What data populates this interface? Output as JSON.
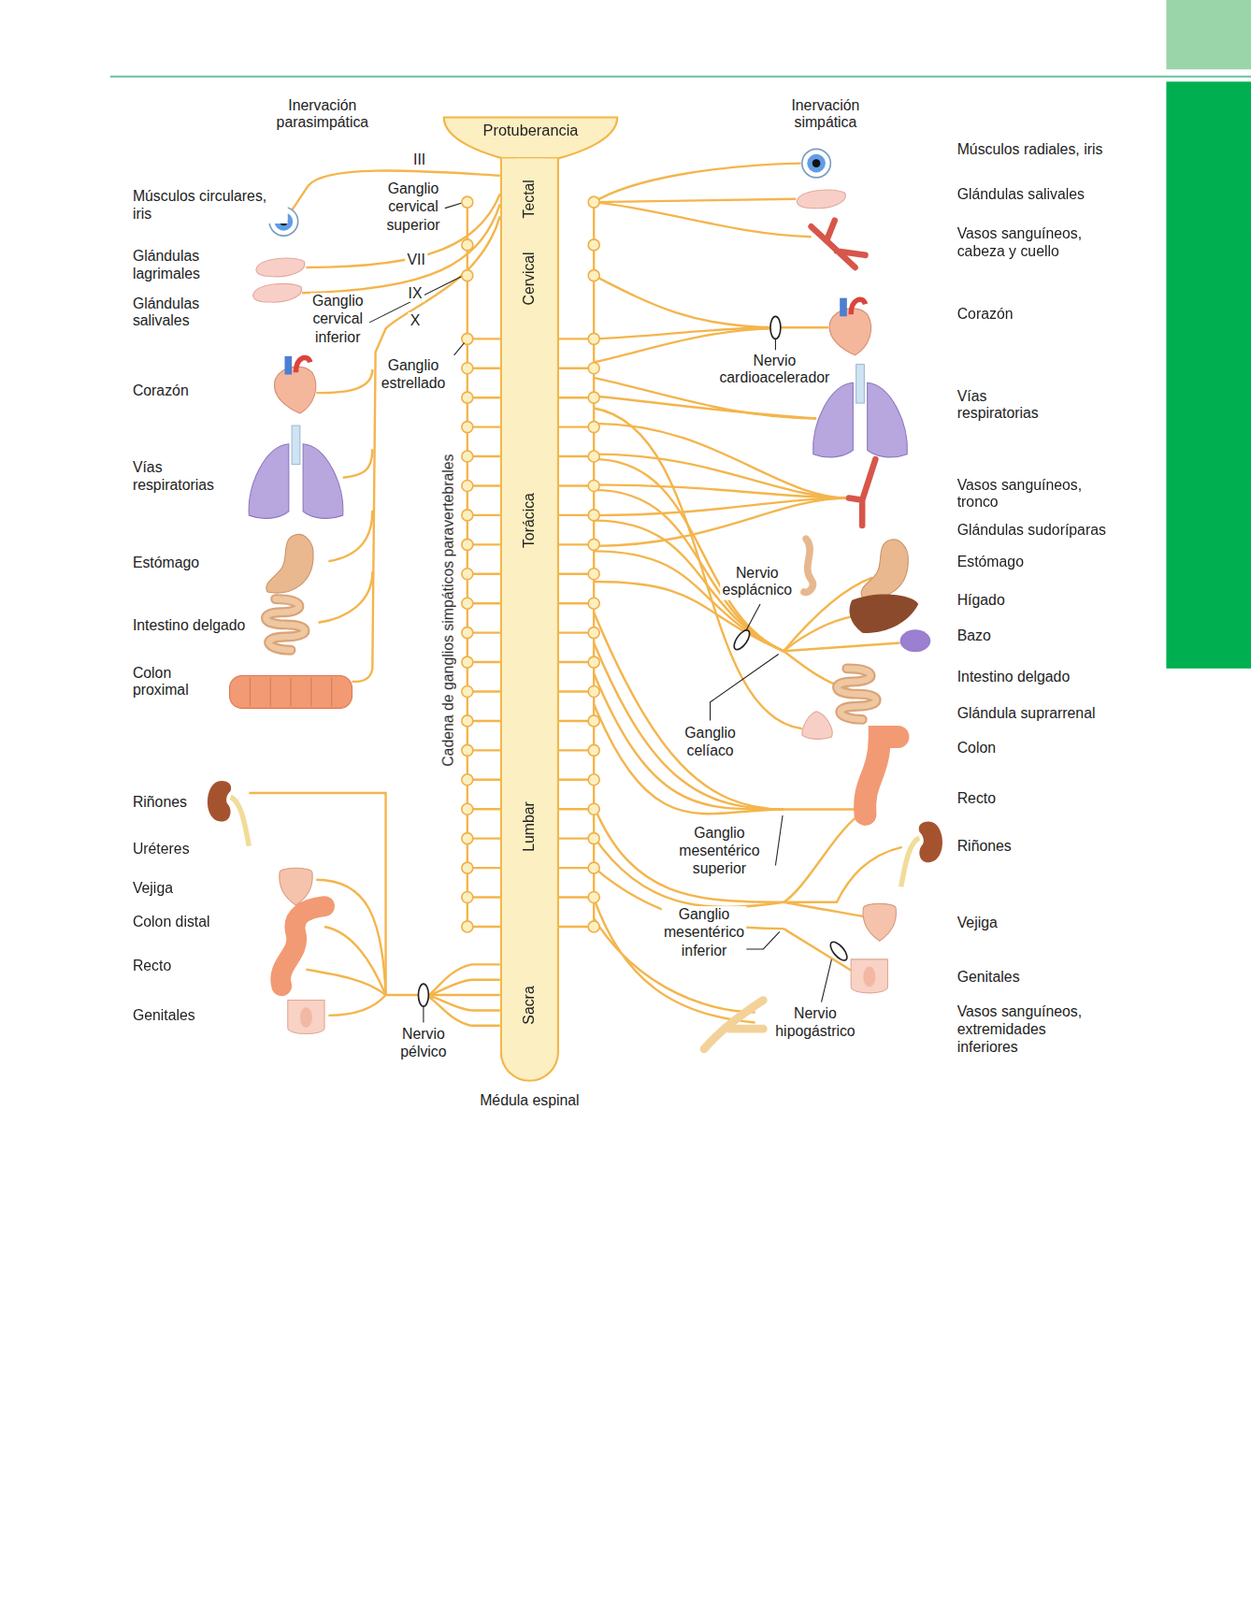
{
  "diagram": {
    "nodes": [
      {
        "text": [
          "Protuberancia"
        ]
      },
      {
        "text": [
          "Tectal",
          "Cervical",
          "Torácica",
          "Lumbar",
          "Sacra",
          "Médula espinal"
        ]
      }
    ],
    "labels": [
      "Inervación parasimpática",
      "III",
      "Ganglio cervical superior",
      "Músculos circulares, iris",
      "VII",
      "Glándulas lagrimales",
      "IX",
      "X",
      "Glándulas salivales",
      "Ganglio cervical inferior",
      "Ganglio estrellado",
      "Corazón",
      "Vías respiratorias",
      "Cadena de ganglios simpáticos paravertebrales",
      "Estómago",
      "Intestino delgado",
      "Colon proximal",
      "Riñones",
      "Uréteres",
      "Vejiga",
      "Colon distal",
      "Recto",
      "Genitales",
      "Nervio pélvico",
      "Inervación simpática",
      "Músculos radiales, iris",
      "Glándulas salivales",
      "Vasos sanguíneos, cabeza y cuello",
      "Corazón",
      "Nervio cardioacelerador",
      "Vías respiratorias",
      "Vasos sanguíneos, tronco",
      "Glándulas sudoríparas",
      "Estómago",
      "Nervio esplácnico",
      "Hígado",
      "Bazo",
      "Intestino delgado",
      "Glándula suprarrenal",
      "Ganglio celíaco",
      "Colon",
      "Recto",
      "Ganglio mesentérico superior",
      "Riñones",
      "Ganglio mesentérico inferior",
      "Vejiga",
      "Genitales",
      "Nervio hipogástrico",
      "Vasos sanguíneos, extremidades inferiores"
    ]
  }
}
